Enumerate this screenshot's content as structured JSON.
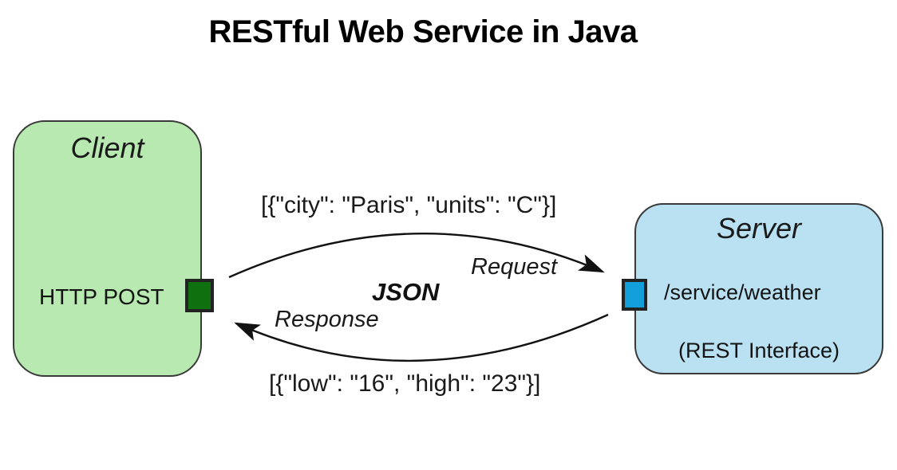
{
  "title": "RESTful Web Service in Java",
  "client": {
    "label": "Client",
    "method": "HTTP POST"
  },
  "server": {
    "label": "Server",
    "endpoint": "/service/weather",
    "interface_note": "(REST Interface)"
  },
  "flow": {
    "json_label": "JSON",
    "request": {
      "label": "Request",
      "payload": "[{\"city\": \"Paris\", \"units\": \"C\"}]"
    },
    "response": {
      "label": "Response",
      "payload": "[{\"low\": \"16\", \"high\": \"23\"}]"
    }
  },
  "colors": {
    "client_fill": "#b7e9b0",
    "client_port": "#0e700e",
    "server_fill": "#b9e1f2",
    "server_port": "#129fd9",
    "box_outline": "#3a3a3a",
    "arrow": "#121212",
    "text": "#1a1a1a"
  }
}
